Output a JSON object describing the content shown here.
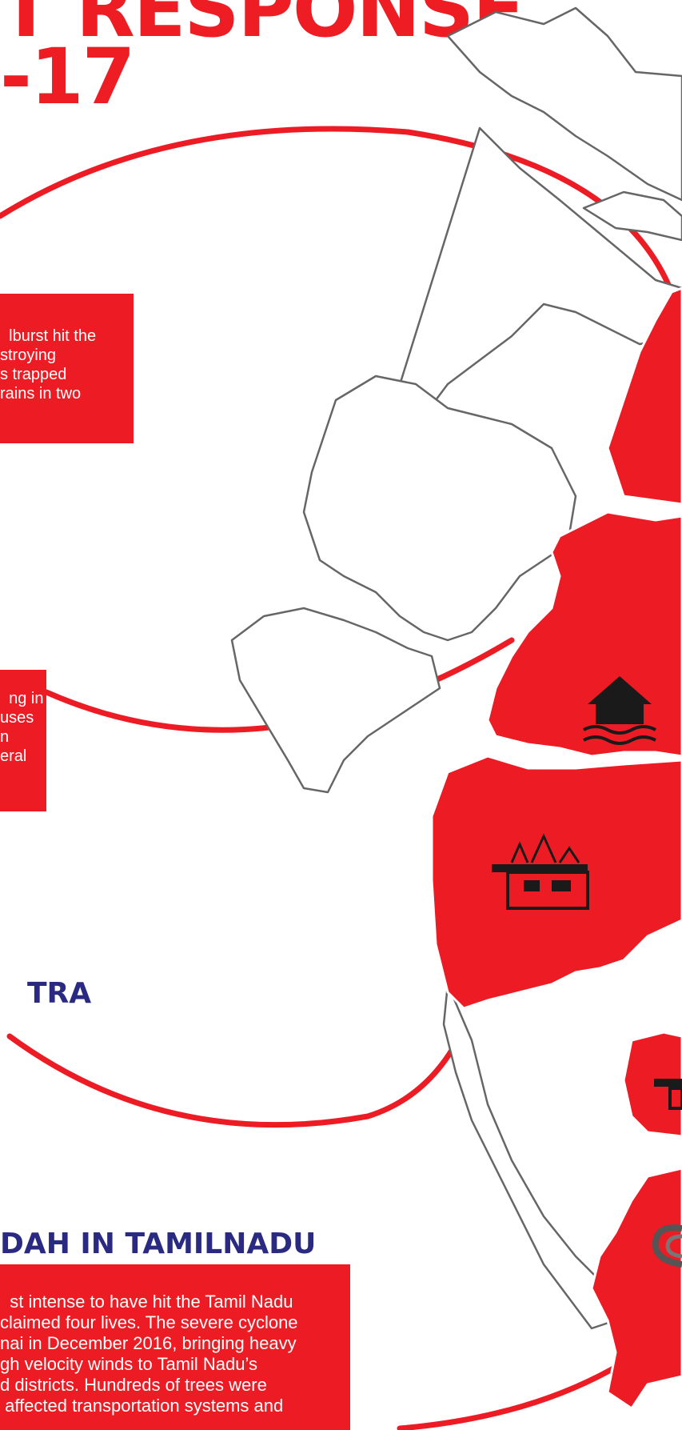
{
  "title": {
    "line1": "T RESPONSE",
    "line2": "-17"
  },
  "colors": {
    "accent": "#ed1c24",
    "heading": "#2b2a82",
    "outline": "#666666"
  },
  "map": {
    "region": "India",
    "icons": [
      "flood-house-icon",
      "fire-building-icon",
      "fire-building-icon",
      "cyclone-icon"
    ]
  },
  "cloudburst": {
    "text": "lburst hit the\nstroying\ns trapped\nrains in two"
  },
  "flooding": {
    "text": "ng in\nuses\nn\neral"
  },
  "maharashtra": {
    "heading": "TRA"
  },
  "vardah": {
    "heading": "DAH IN TAMILNADU",
    "text": "st intense to have hit the Tamil Nadu\nclaimed four lives. The severe cyclone\nnai in December 2016, bringing heavy\ngh velocity winds to Tamil Nadu’s\nd districts. Hundreds of trees were\n affected transportation systems and"
  }
}
